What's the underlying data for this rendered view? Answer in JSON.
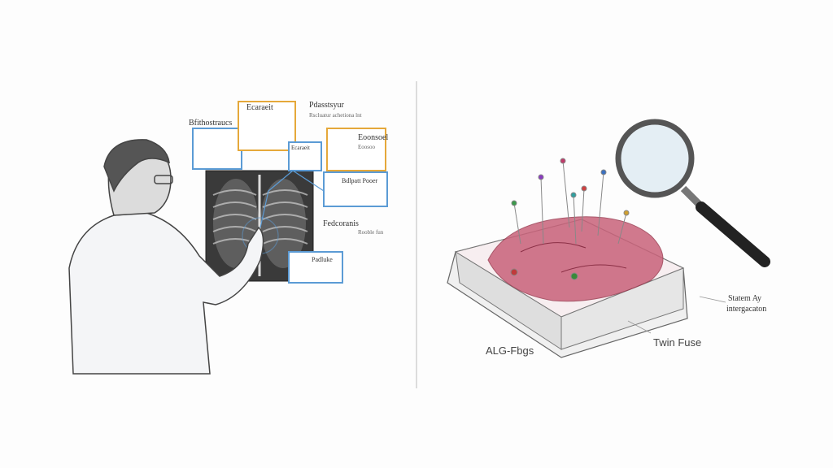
{
  "left_panel": {
    "callouts": [
      "Bfithostraucs",
      "Ecaraeit",
      "Pdasstsyur",
      "Ecaraeit",
      "Eoonsoel",
      "Bdlpatt Pooer",
      "Fedcoranis",
      "Padluke"
    ],
    "subnotes": [
      "Rscluatur achetiona lnt",
      "Eoosoo",
      "Rooble fun"
    ]
  },
  "right_panel": {
    "labels": [
      "ALG-Fbgs",
      "Twin Fuse",
      "Statem Ay",
      "intergacaton"
    ]
  },
  "colors": {
    "callout_blue": "#5b9bd5",
    "callout_orange": "#e5a83a",
    "tissue": "#c9627a",
    "divider": "#bbbbbb"
  }
}
